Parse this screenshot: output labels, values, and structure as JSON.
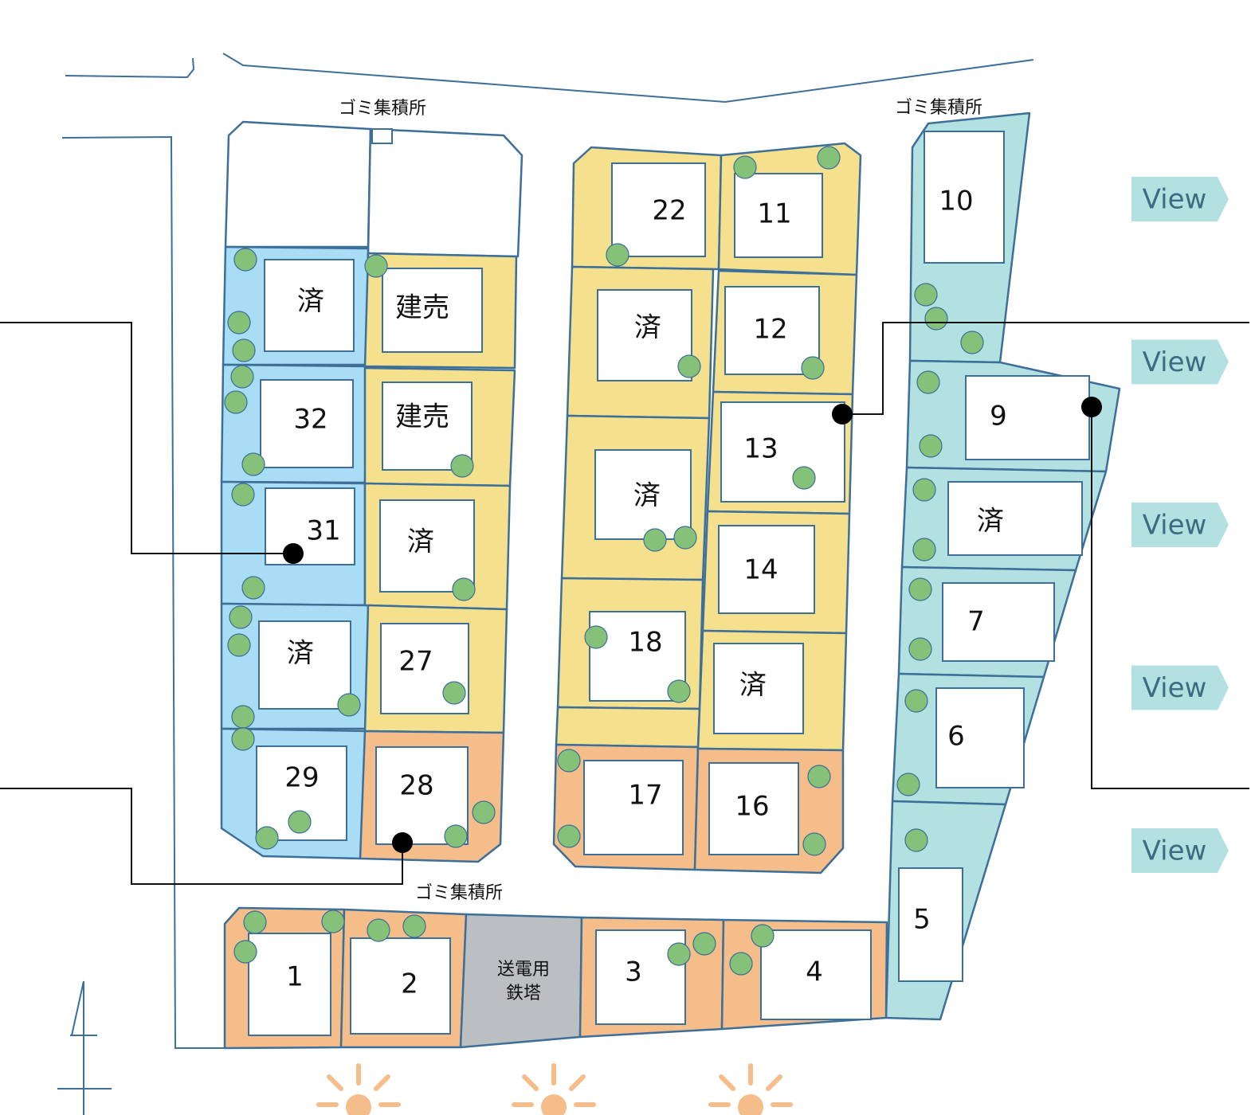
{
  "colors": {
    "sold_blue": "#a9dcf5",
    "yellow": "#f5e08e",
    "orange": "#f5bd8a",
    "teal": "#b3e0e1",
    "tower_gray": "#bcbfc2",
    "outline": "#3d6f98",
    "tree": "#86c17a",
    "sun": "#f5bd8a",
    "view_bg": "#b3e0e1",
    "view_text": "#3f6b80"
  },
  "garbage_labels": [
    "ゴミ集積所",
    "ゴミ集積所",
    "ゴミ集積所"
  ],
  "tower": {
    "line1": "送電用",
    "line2": "鉄塔"
  },
  "lots": [
    {
      "label": "済",
      "color": "sold_blue"
    },
    {
      "label": "32",
      "color": "sold_blue"
    },
    {
      "label": "31",
      "color": "sold_blue"
    },
    {
      "label": "済",
      "color": "sold_blue"
    },
    {
      "label": "29",
      "color": "sold_blue"
    },
    {
      "label": "建売",
      "color": "yellow"
    },
    {
      "label": "建売",
      "color": "yellow"
    },
    {
      "label": "済",
      "color": "yellow"
    },
    {
      "label": "27",
      "color": "yellow"
    },
    {
      "label": "28",
      "color": "orange"
    },
    {
      "label": "22",
      "color": "yellow"
    },
    {
      "label": "済",
      "color": "yellow"
    },
    {
      "label": "済",
      "color": "yellow"
    },
    {
      "label": "18",
      "color": "yellow"
    },
    {
      "label": "",
      "color": "yellow"
    },
    {
      "label": "17",
      "color": "orange"
    },
    {
      "label": "11",
      "color": "yellow"
    },
    {
      "label": "12",
      "color": "yellow"
    },
    {
      "label": "13",
      "color": "yellow"
    },
    {
      "label": "14",
      "color": "yellow"
    },
    {
      "label": "済",
      "color": "yellow"
    },
    {
      "label": "16",
      "color": "orange"
    },
    {
      "label": "10",
      "color": "teal"
    },
    {
      "label": "9",
      "color": "teal"
    },
    {
      "label": "済",
      "color": "teal"
    },
    {
      "label": "7",
      "color": "teal"
    },
    {
      "label": "6",
      "color": "teal"
    },
    {
      "label": "5",
      "color": "teal"
    },
    {
      "label": "1",
      "color": "orange"
    },
    {
      "label": "2",
      "color": "orange"
    },
    {
      "label": "",
      "color": "tower_gray"
    },
    {
      "label": "3",
      "color": "orange"
    },
    {
      "label": "4",
      "color": "orange"
    }
  ],
  "view_buttons": [
    "View",
    "View",
    "View",
    "View",
    "View"
  ],
  "icons": {
    "sun": "sun-icon",
    "north": "north-arrow-icon",
    "tree": "tree-icon"
  }
}
